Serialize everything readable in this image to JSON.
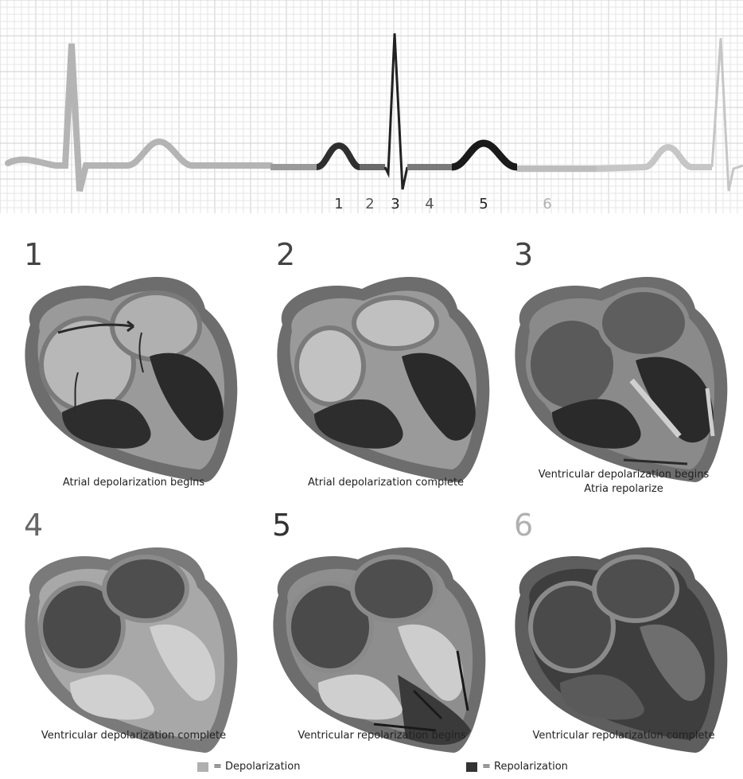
{
  "ecg": {
    "stage_labels": [
      "1",
      "2",
      "3",
      "4",
      "5",
      "6"
    ]
  },
  "panels": [
    {
      "number": "1",
      "caption": "Atrial depolarization begins",
      "caption_line2": ""
    },
    {
      "number": "2",
      "caption": "Atrial depolarization complete",
      "caption_line2": ""
    },
    {
      "number": "3",
      "caption": "Ventricular depolarization begins",
      "caption_line2": "Atria repolarize"
    },
    {
      "number": "4",
      "caption": "Ventricular depolarization complete",
      "caption_line2": ""
    },
    {
      "number": "5",
      "caption": "Ventricular repolarization begins",
      "caption_line2": ""
    },
    {
      "number": "6",
      "caption": "Ventricular repolarization complete",
      "caption_line2": ""
    }
  ],
  "legend": {
    "depolarization": "= Depolarization",
    "repolarization": "= Repolarization"
  },
  "colors": {
    "grid": "#d9d9d9",
    "light_gray": "#b4b4b4",
    "mid_gray": "#8a8a8a",
    "dark_gray": "#3a3a3a",
    "black": "#1a1a1a",
    "stage6_label": "#b0b0b0"
  }
}
